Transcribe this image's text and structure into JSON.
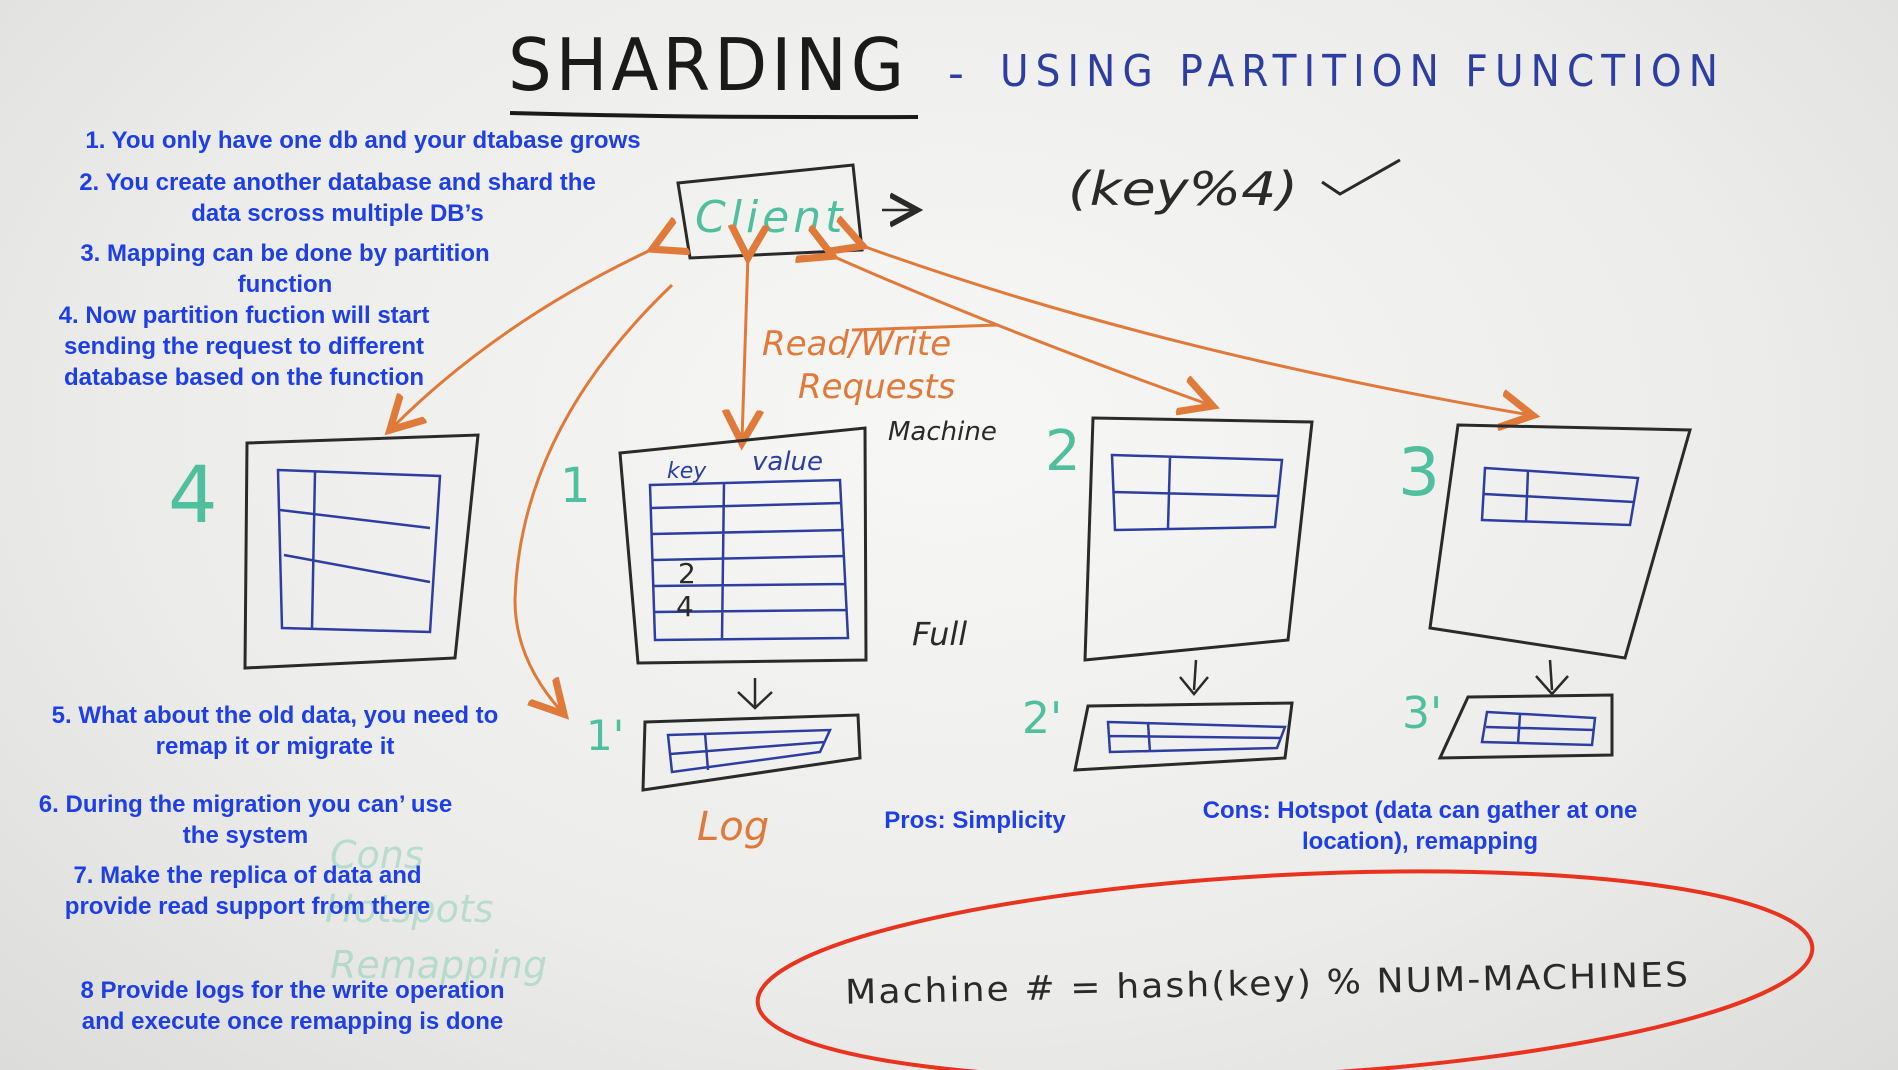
{
  "title": {
    "main": "SHARDING",
    "dash": "-",
    "sub": "USING PARTITION FUNCTION"
  },
  "formula_top": "(key%4)",
  "client_label": "Client",
  "request_label": {
    "line1": "Read/Write",
    "line2": "Requests"
  },
  "machine_label": "Machine",
  "full_label": "Full",
  "log_label": "Log",
  "table_headers": {
    "key": "key",
    "value": "value"
  },
  "table_values": [
    "2",
    "4"
  ],
  "machines": [
    {
      "id": "4",
      "replica": ""
    },
    {
      "id": "1",
      "replica": "1'"
    },
    {
      "id": "2",
      "replica": "2'"
    },
    {
      "id": "3",
      "replica": "3'"
    }
  ],
  "ghost_words": [
    "Cons",
    "Hotspots",
    "Remapping"
  ],
  "formula_bottom": "Machine # = hash(key) % NUM-MACHINES",
  "notes": [
    {
      "id": "note-1",
      "lines": [
        "1. You only have one db and your dtabase grows"
      ]
    },
    {
      "id": "note-2",
      "lines": [
        "2. You create another database and shard the",
        "data scross multiple DB’s"
      ]
    },
    {
      "id": "note-3",
      "lines": [
        "3. Mapping can be done by partition",
        "function"
      ]
    },
    {
      "id": "note-4",
      "lines": [
        "4. Now partition fuction will start",
        "sending the request to different",
        "database based on the function"
      ]
    },
    {
      "id": "note-5",
      "lines": [
        "5. What about the old data, you need to",
        "remap it or migrate it"
      ]
    },
    {
      "id": "note-6",
      "lines": [
        "6. During the migration you can’ use",
        "the system"
      ]
    },
    {
      "id": "note-7",
      "lines": [
        "7. Make the replica of data and",
        "provide read support from there"
      ]
    },
    {
      "id": "note-8",
      "lines": [
        "8 Provide logs for the write operation",
        "and execute once remapping is done"
      ]
    }
  ],
  "pros": "Pros: Simplicity",
  "cons": {
    "line1": "Cons:  Hotspot (data can gather at one",
    "line2": "location), remapping"
  },
  "colors": {
    "ink_black": "#2a2a2a",
    "ink_blue": "#2e3ea0",
    "ink_teal": "#4fbf9d",
    "ink_orange": "#e07a3a",
    "marker_red": "#e8341e",
    "note_blue": "#1f3fe6"
  }
}
